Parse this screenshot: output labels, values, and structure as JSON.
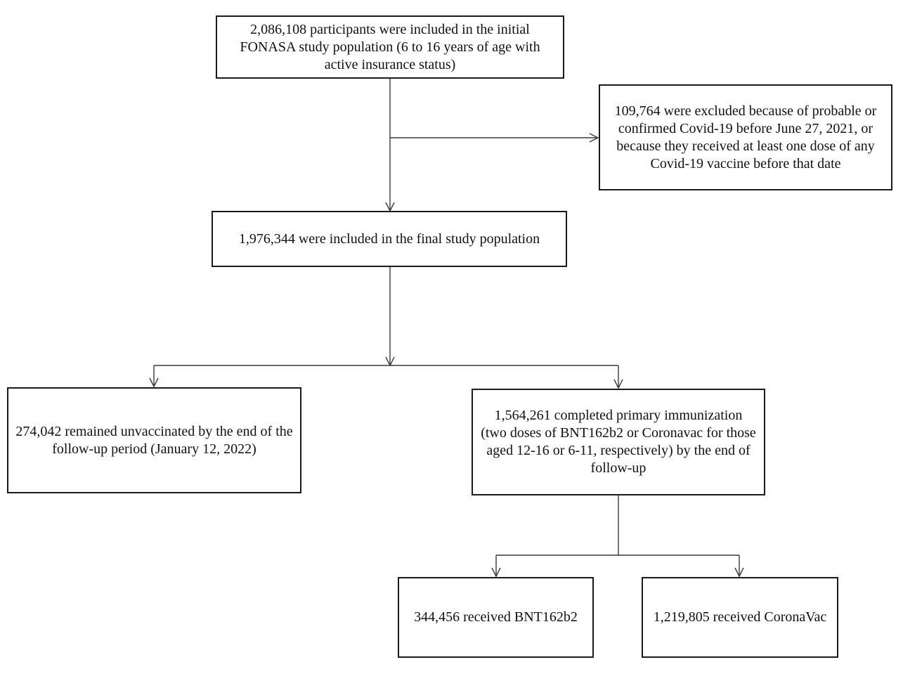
{
  "boxes": {
    "initial": "2,086,108 participants were included in the initial FONASA study population (6 to 16 years of age with active insurance status)",
    "excluded": "109,764 were excluded because of probable or confirmed Covid-19 before June 27, 2021, or because they received at least one dose of any Covid-19 vaccine before that date",
    "final": "1,976,344 were included in the final study population",
    "unvaccinated": "274,042 remained unvaccinated by the end of the follow-up period (January 12, 2022)",
    "primary": "1,564,261 completed primary immunization (two doses of BNT162b2 or Coronavac for those aged  12-16 or 6-11, respectively) by the end of follow-up",
    "bnt": "344,456 received BNT162b2",
    "coronavac": "1,219,805 received CoronaVac"
  },
  "colors": {
    "line": "#3a3a3a",
    "border": "#1a1a1a",
    "text": "#111111"
  }
}
